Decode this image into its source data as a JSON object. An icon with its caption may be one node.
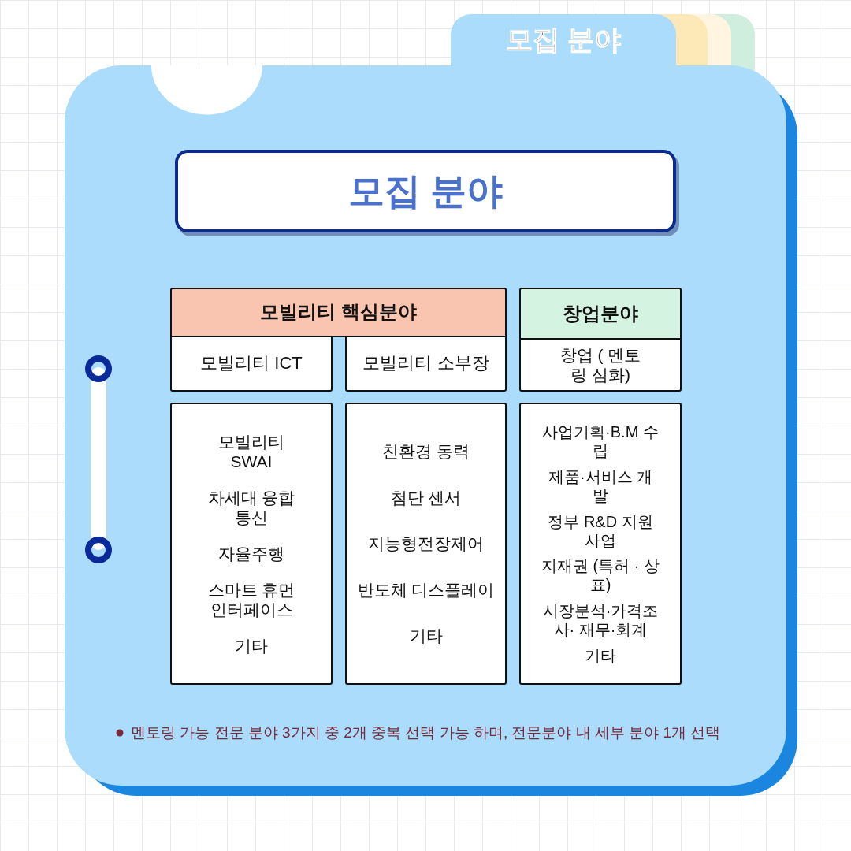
{
  "diagram": {
    "nodes": [
      {
        "text": [
          "모집 분야"
        ]
      },
      {
        "text": [
          "모집 분야"
        ]
      },
      {
        "text": [
          "모빌리티 핵심분야"
        ]
      },
      {
        "text": [
          "창업분야"
        ]
      },
      {
        "text": [
          "모빌리티 ICT"
        ]
      },
      {
        "text": [
          "모빌리티 소부장"
        ]
      },
      {
        "text": [
          "창업 ( 멘토링 심화)"
        ]
      },
      {
        "text": [
          "모빌리티 SWAI",
          "차세대 융합통신",
          "자율주행",
          "스마트 휴먼 인터페이스",
          "기타"
        ]
      },
      {
        "text": [
          "친환경 동력",
          "첨단 센서",
          "지능형전장제어",
          "반도체 디스플레이",
          "기타"
        ]
      },
      {
        "text": [
          "사업기획·B.M 수립",
          "제품·서비스 개발",
          "정부 R&D 지원사업",
          "지재권 (특허 · 상표)",
          "시장분석·가격조사· 재무·회계",
          "기타"
        ]
      }
    ],
    "labels": [
      "멘토링 가능 전문 분야 3가지 중 2개 중복 선택 가능 하며, 전문분야 내 세부 분야 1개 선택"
    ]
  }
}
